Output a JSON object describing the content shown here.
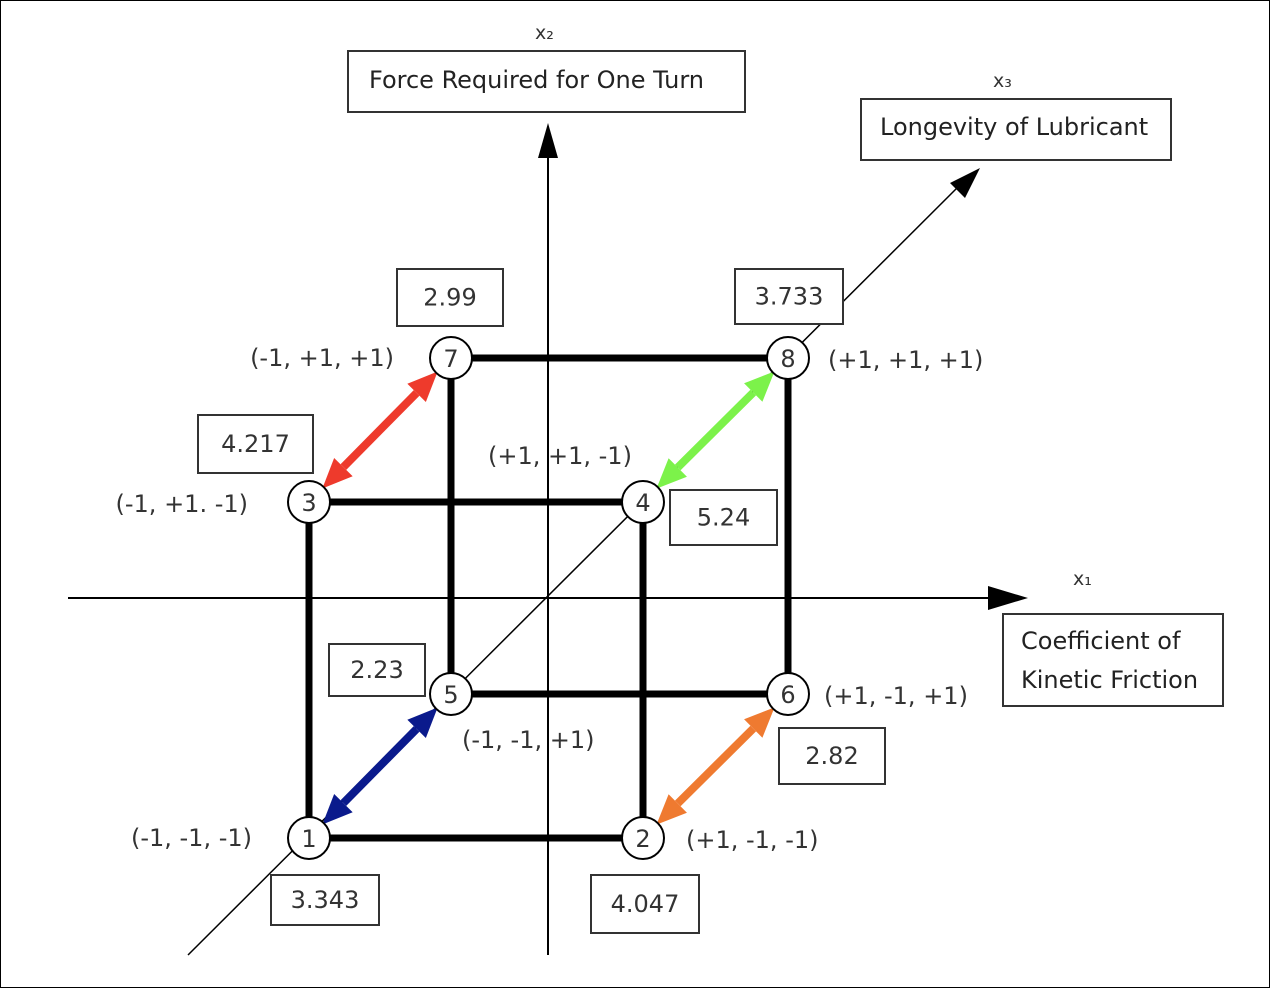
{
  "axes": {
    "x1": {
      "name": "x₁",
      "title_lines": [
        "Coefficient of",
        "Kinetic Friction"
      ]
    },
    "x2": {
      "name": "x₂",
      "title_lines": [
        "Force Required for One Turn"
      ]
    },
    "x3": {
      "name": "x₃",
      "title_lines": [
        "Longevity of Lubricant"
      ]
    }
  },
  "nodes": [
    {
      "id": "1",
      "coord": "(-1, -1, -1)",
      "value": "3.343"
    },
    {
      "id": "2",
      "coord": "(+1, -1, -1)",
      "value": "4.047"
    },
    {
      "id": "3",
      "coord": "(-1, +1. -1)",
      "value": "4.217"
    },
    {
      "id": "4",
      "coord": "(+1, +1, -1)",
      "value": "5.24"
    },
    {
      "id": "5",
      "coord": "(-1, -1, +1)",
      "value": "2.23"
    },
    {
      "id": "6",
      "coord": "(+1, -1, +1)",
      "value": "2.82"
    },
    {
      "id": "7",
      "coord": "(-1, +1, +1)",
      "value": "2.99"
    },
    {
      "id": "8",
      "coord": "(+1, +1, +1)",
      "value": "3.733"
    }
  ],
  "cube_edges": [
    [
      "1",
      "2"
    ],
    [
      "1",
      "3"
    ],
    [
      "2",
      "4"
    ],
    [
      "3",
      "4"
    ],
    [
      "5",
      "6"
    ],
    [
      "5",
      "7"
    ],
    [
      "6",
      "8"
    ],
    [
      "7",
      "8"
    ]
  ],
  "pair_arrows": [
    {
      "from": "1",
      "to": "5",
      "color": "#0a1a8c"
    },
    {
      "from": "2",
      "to": "6",
      "color": "#ef7a30"
    },
    {
      "from": "3",
      "to": "7",
      "color": "#ee3a2c"
    },
    {
      "from": "4",
      "to": "8",
      "color": "#7cf24a"
    }
  ]
}
